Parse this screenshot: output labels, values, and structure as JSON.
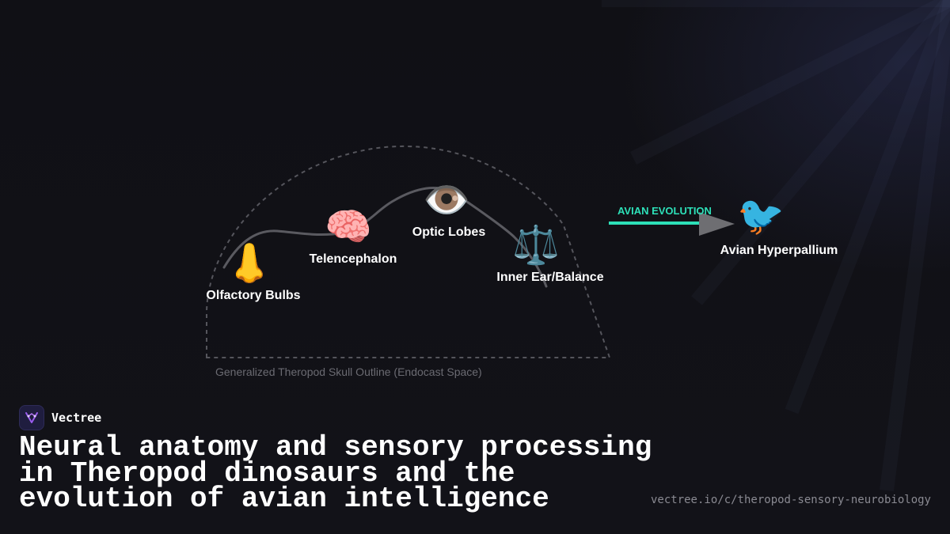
{
  "diagram": {
    "nodes": [
      {
        "id": "olfactory",
        "icon": "👃",
        "icon_name": "nose-icon",
        "label": "Olfactory Bulbs"
      },
      {
        "id": "telencephalon",
        "icon": "🧠",
        "icon_name": "brain-icon",
        "label": "Telencephalon"
      },
      {
        "id": "optic",
        "icon": "👁️",
        "icon_name": "eye-icon",
        "label": "Optic Lobes"
      },
      {
        "id": "inner_ear",
        "icon": "⚖️",
        "icon_name": "balance-scale-icon",
        "label": "Inner Ear/Balance"
      },
      {
        "id": "avian",
        "icon": "🐦",
        "icon_name": "bird-icon",
        "label": "Avian Hyperpallium"
      }
    ],
    "skull_caption": "Generalized Theropod Skull Outline (Endocast Space)",
    "evolution_label": "AVIAN EVOLUTION"
  },
  "brand": {
    "name": "Vectree"
  },
  "title": "Neural anatomy and sensory processing in Theropod dinosaurs and the evolution of avian intelligence",
  "url": "vectree.io/c/theropod-sensory-neurobiology",
  "colors": {
    "background": "#111116",
    "accent": "#2de0b8",
    "skull_outline": "#55555c",
    "path_line": "#5a5a60",
    "arrow_head": "#6e6e72"
  }
}
